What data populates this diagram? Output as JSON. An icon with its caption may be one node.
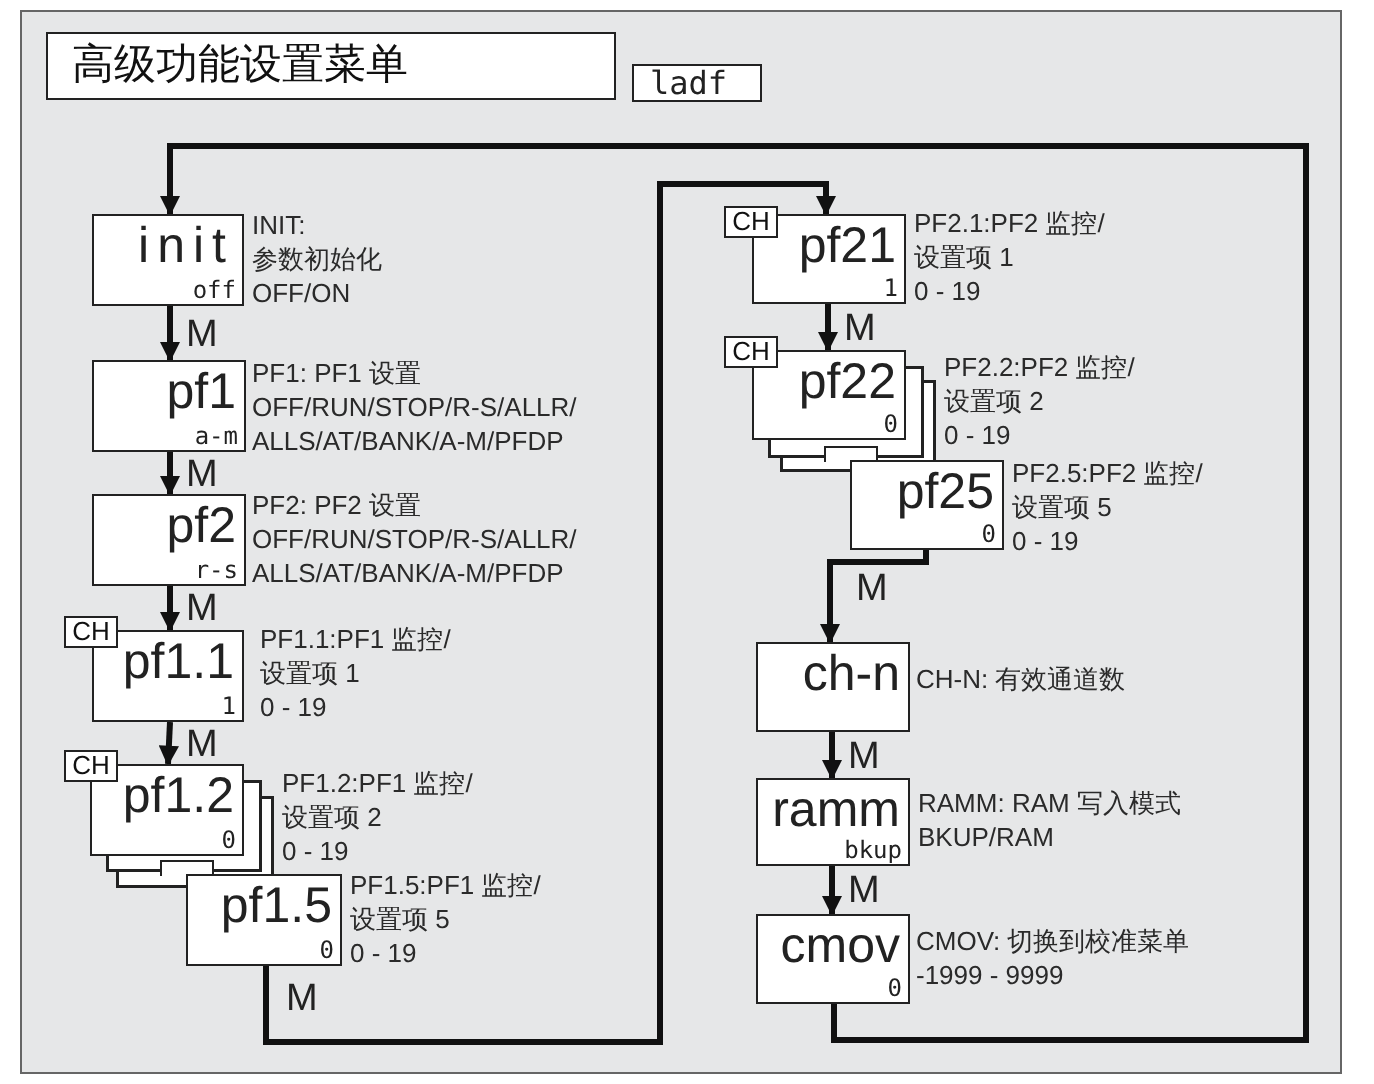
{
  "diagram": {
    "title": "高级功能设置菜单",
    "nodes": [
      {
        "text": [
          "ladf"
        ]
      },
      {
        "text": [
          "init",
          "off"
        ],
        "beside": [
          "INIT:",
          "参数初始化",
          "OFF/ON"
        ]
      },
      {
        "text": [
          "pf1",
          "a-m"
        ],
        "beside": [
          "PF1: PF1 设置",
          "OFF/RUN/STOP/R-S/ALLR/",
          "ALLS/AT/BANK/A-M/PFDP"
        ]
      },
      {
        "text": [
          "pf2",
          "r-s"
        ],
        "beside": [
          "PF2: PF2 设置",
          "OFF/RUN/STOP/R-S/ALLR/",
          "ALLS/AT/BANK/A-M/PFDP"
        ]
      },
      {
        "text": [
          "CH"
        ]
      },
      {
        "text": [
          "pf1.1",
          "1"
        ],
        "beside": [
          "PF1.1:PF1 监控/",
          "设置项 1",
          "0 - 19"
        ]
      },
      {
        "text": [
          "CH"
        ]
      },
      {
        "text": [
          "pf1.2",
          "0"
        ],
        "beside": [
          "PF1.2:PF1 监控/",
          "设置项 2",
          "0 - 19"
        ]
      },
      {
        "text": [
          "pf1.5",
          "0"
        ],
        "beside": [
          "PF1.5:PF1 监控/",
          "设置项 5",
          "0 - 19"
        ]
      },
      {
        "text": [
          "CH"
        ]
      },
      {
        "text": [
          "pf21",
          "1"
        ],
        "beside": [
          "PF2.1:PF2 监控/",
          "设置项 1",
          "0 - 19"
        ]
      },
      {
        "text": [
          "CH"
        ]
      },
      {
        "text": [
          "pf22",
          "0"
        ],
        "beside": [
          "PF2.2:PF2 监控/",
          "设置项 2",
          "0 - 19"
        ]
      },
      {
        "text": [
          "pf25",
          "0"
        ],
        "beside": [
          "PF2.5:PF2 监控/",
          "设置项 5",
          "0 - 19"
        ]
      },
      {
        "text": [
          "ch-n"
        ],
        "beside": [
          "CH-N: 有效通道数"
        ]
      },
      {
        "text": [
          "ramm",
          "bkup"
        ],
        "beside": [
          "RAMM: RAM 写入模式",
          "BKUP/RAM"
        ]
      },
      {
        "text": [
          "cmov",
          "0"
        ],
        "beside": [
          "CMOV: 切换到校准菜单",
          "-1999 - 9999"
        ]
      }
    ],
    "edges": [
      {
        "from": 1,
        "to": 2,
        "arrow": "to",
        "label": "M"
      },
      {
        "from": 2,
        "to": 3,
        "arrow": "to",
        "label": "M"
      },
      {
        "from": 3,
        "to": 5,
        "arrow": "to",
        "label": "M"
      },
      {
        "from": 5,
        "to": 7,
        "arrow": "to",
        "label": "M"
      },
      {
        "from": 8,
        "to": 10,
        "arrow": "to",
        "label": "M"
      },
      {
        "from": 10,
        "to": 12,
        "arrow": "to",
        "label": "M"
      },
      {
        "from": 13,
        "to": 14,
        "arrow": "to",
        "label": "M"
      },
      {
        "from": 14,
        "to": 15,
        "arrow": "to",
        "label": "M"
      },
      {
        "from": 15,
        "to": 16,
        "arrow": "to",
        "label": "M"
      },
      {
        "from": 16,
        "to": 1,
        "arrow": "to"
      }
    ]
  }
}
